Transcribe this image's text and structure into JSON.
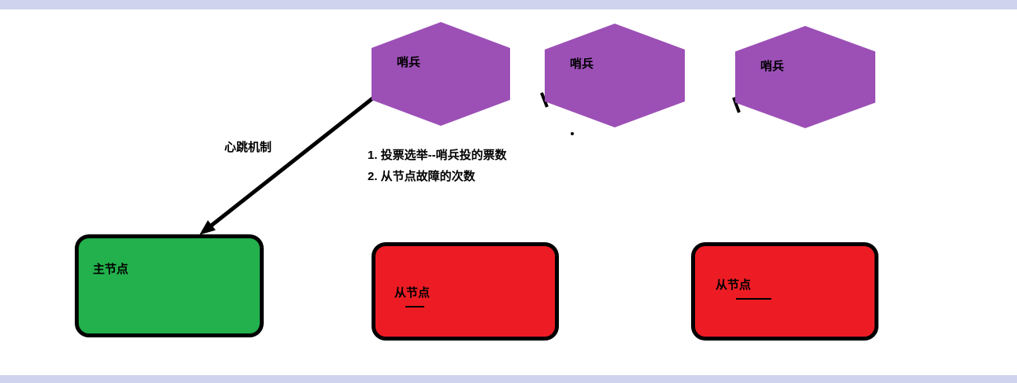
{
  "diagram": {
    "sentinels": [
      {
        "label": "哨兵"
      },
      {
        "label": "哨兵"
      },
      {
        "label": "哨兵"
      }
    ],
    "master": {
      "label": "主节点"
    },
    "slaves": [
      {
        "label": "从节点"
      },
      {
        "label": "从节点"
      }
    ],
    "heartbeat_label": "心跳机制",
    "notes": {
      "line1": "1. 投票选举--哨兵投的票数",
      "line2": "2. 从节点故障的次数"
    }
  },
  "colors": {
    "sentinel_fill": "#9c50b6",
    "master_fill": "#22b14c",
    "slave_fill": "#ed1c24",
    "connector": "#000000",
    "text": "#000000",
    "frame_bar": "#cfd3ee",
    "background": "#ffffff"
  }
}
